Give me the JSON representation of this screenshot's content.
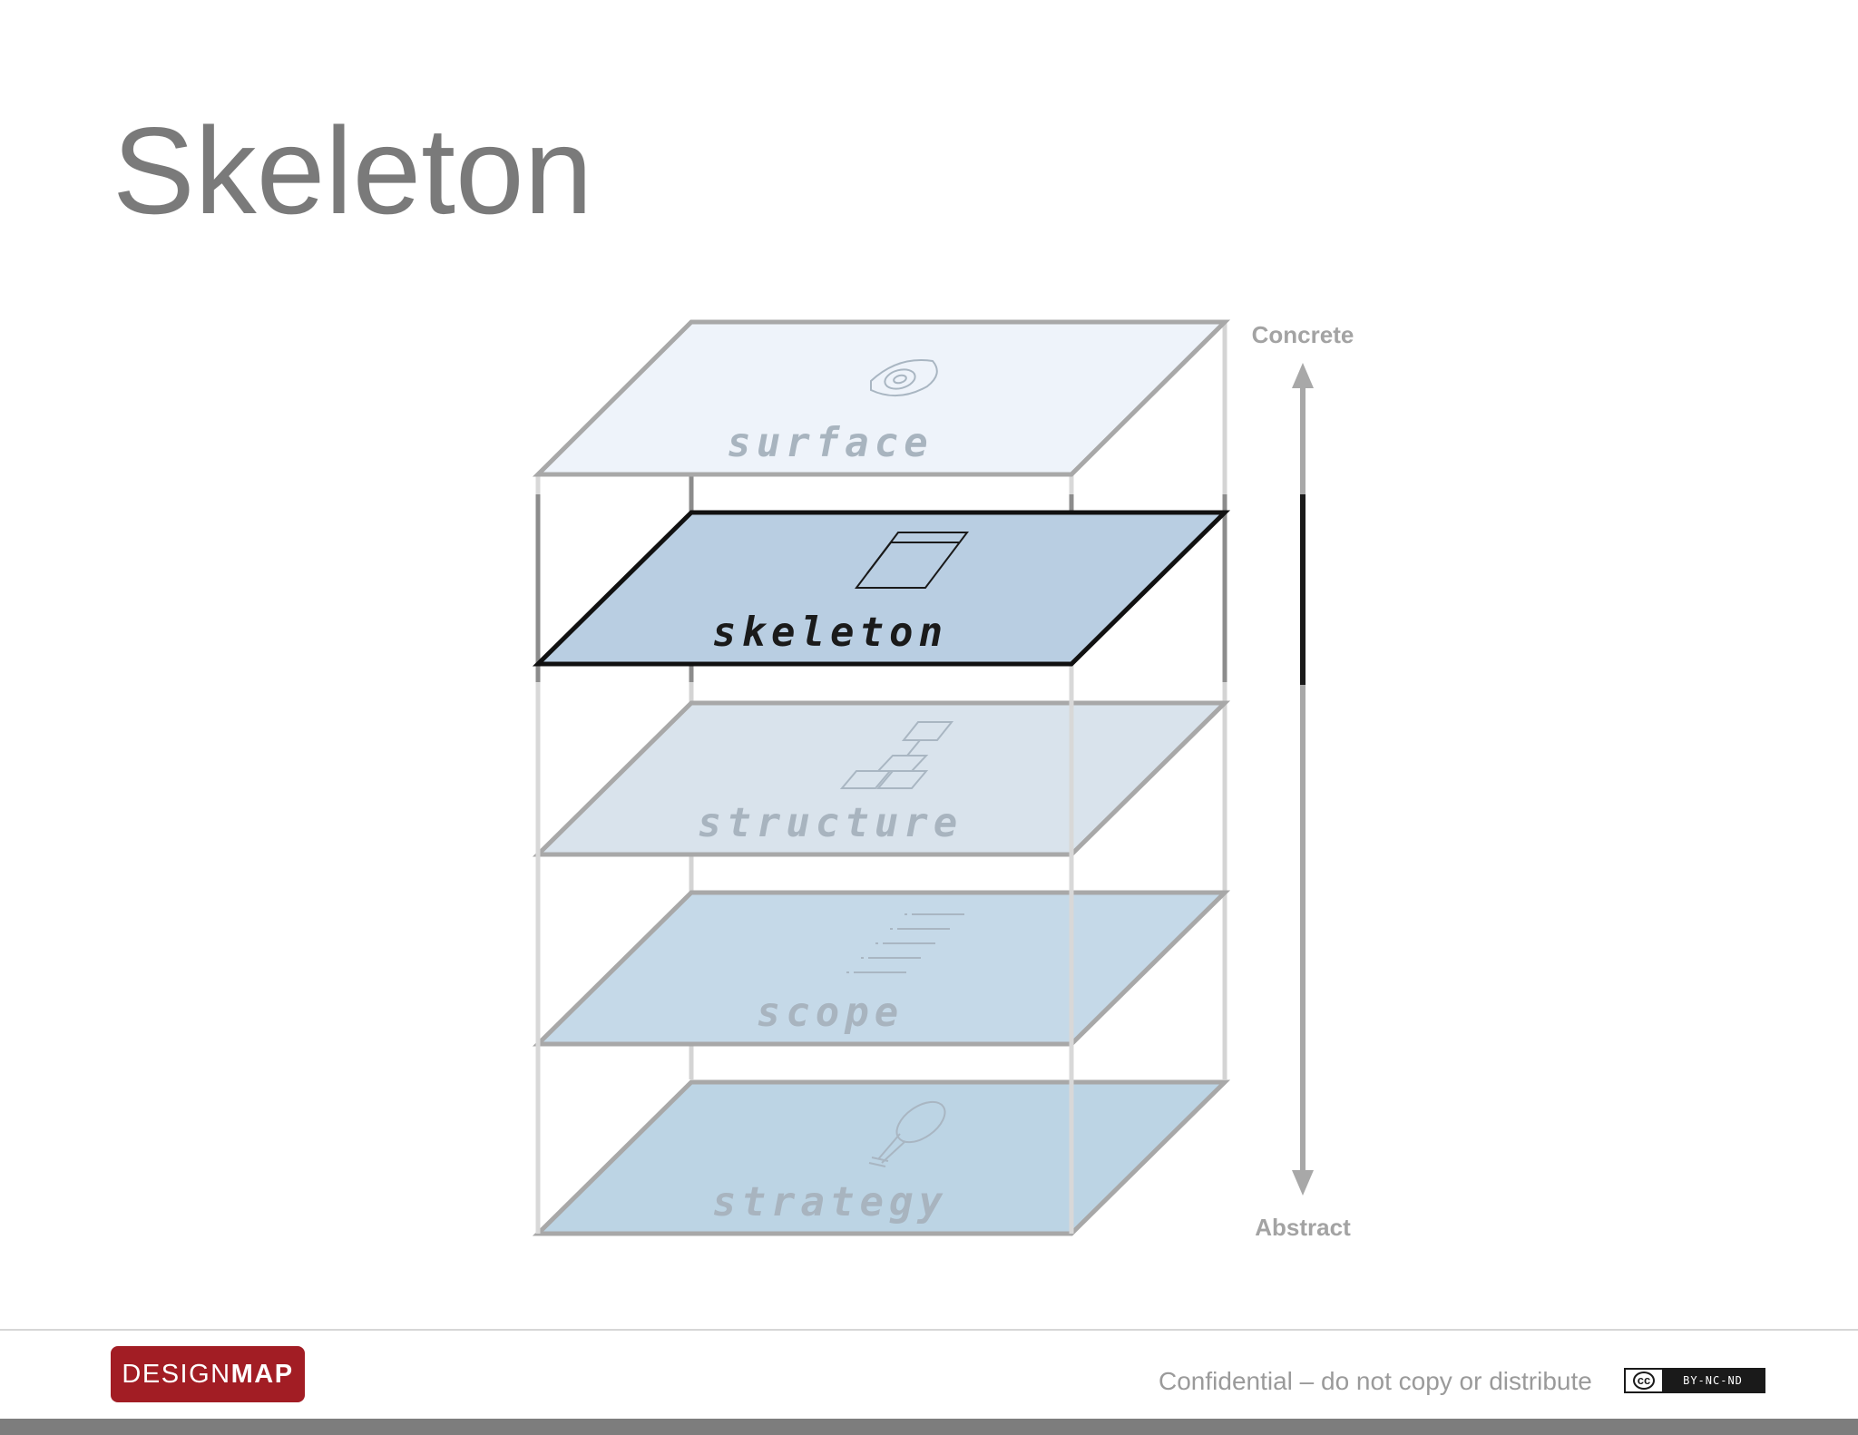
{
  "slide": {
    "title": "Skeleton"
  },
  "diagram": {
    "layers": [
      {
        "key": "surface",
        "label": "surface",
        "icon": "eye-icon",
        "highlighted": false,
        "fill": "#eef3fa"
      },
      {
        "key": "skeleton",
        "label": "skeleton",
        "icon": "wireframe-icon",
        "highlighted": true,
        "fill": "#b9cee2"
      },
      {
        "key": "structure",
        "label": "structure",
        "icon": "sitemap-icon",
        "highlighted": false,
        "fill": "#d9e3ec"
      },
      {
        "key": "scope",
        "label": "scope",
        "icon": "list-icon",
        "highlighted": false,
        "fill": "#c5d9e8"
      },
      {
        "key": "strategy",
        "label": "strategy",
        "icon": "lightbulb-icon",
        "highlighted": false,
        "fill": "#bcd4e4"
      }
    ],
    "axis": {
      "top_label": "Concrete",
      "bottom_label": "Abstract"
    }
  },
  "footer": {
    "logo_regular": "DESIGN",
    "logo_bold": "MAP",
    "confidential": "Confidential – do not copy or distribute",
    "license_cc": "cc",
    "license_terms": "BY-NC-ND"
  },
  "colors": {
    "title": "#7a7a7a",
    "logo_bg": "#a21d24",
    "highlight_stroke": "#111111",
    "default_stroke": "#a8a8a8"
  }
}
